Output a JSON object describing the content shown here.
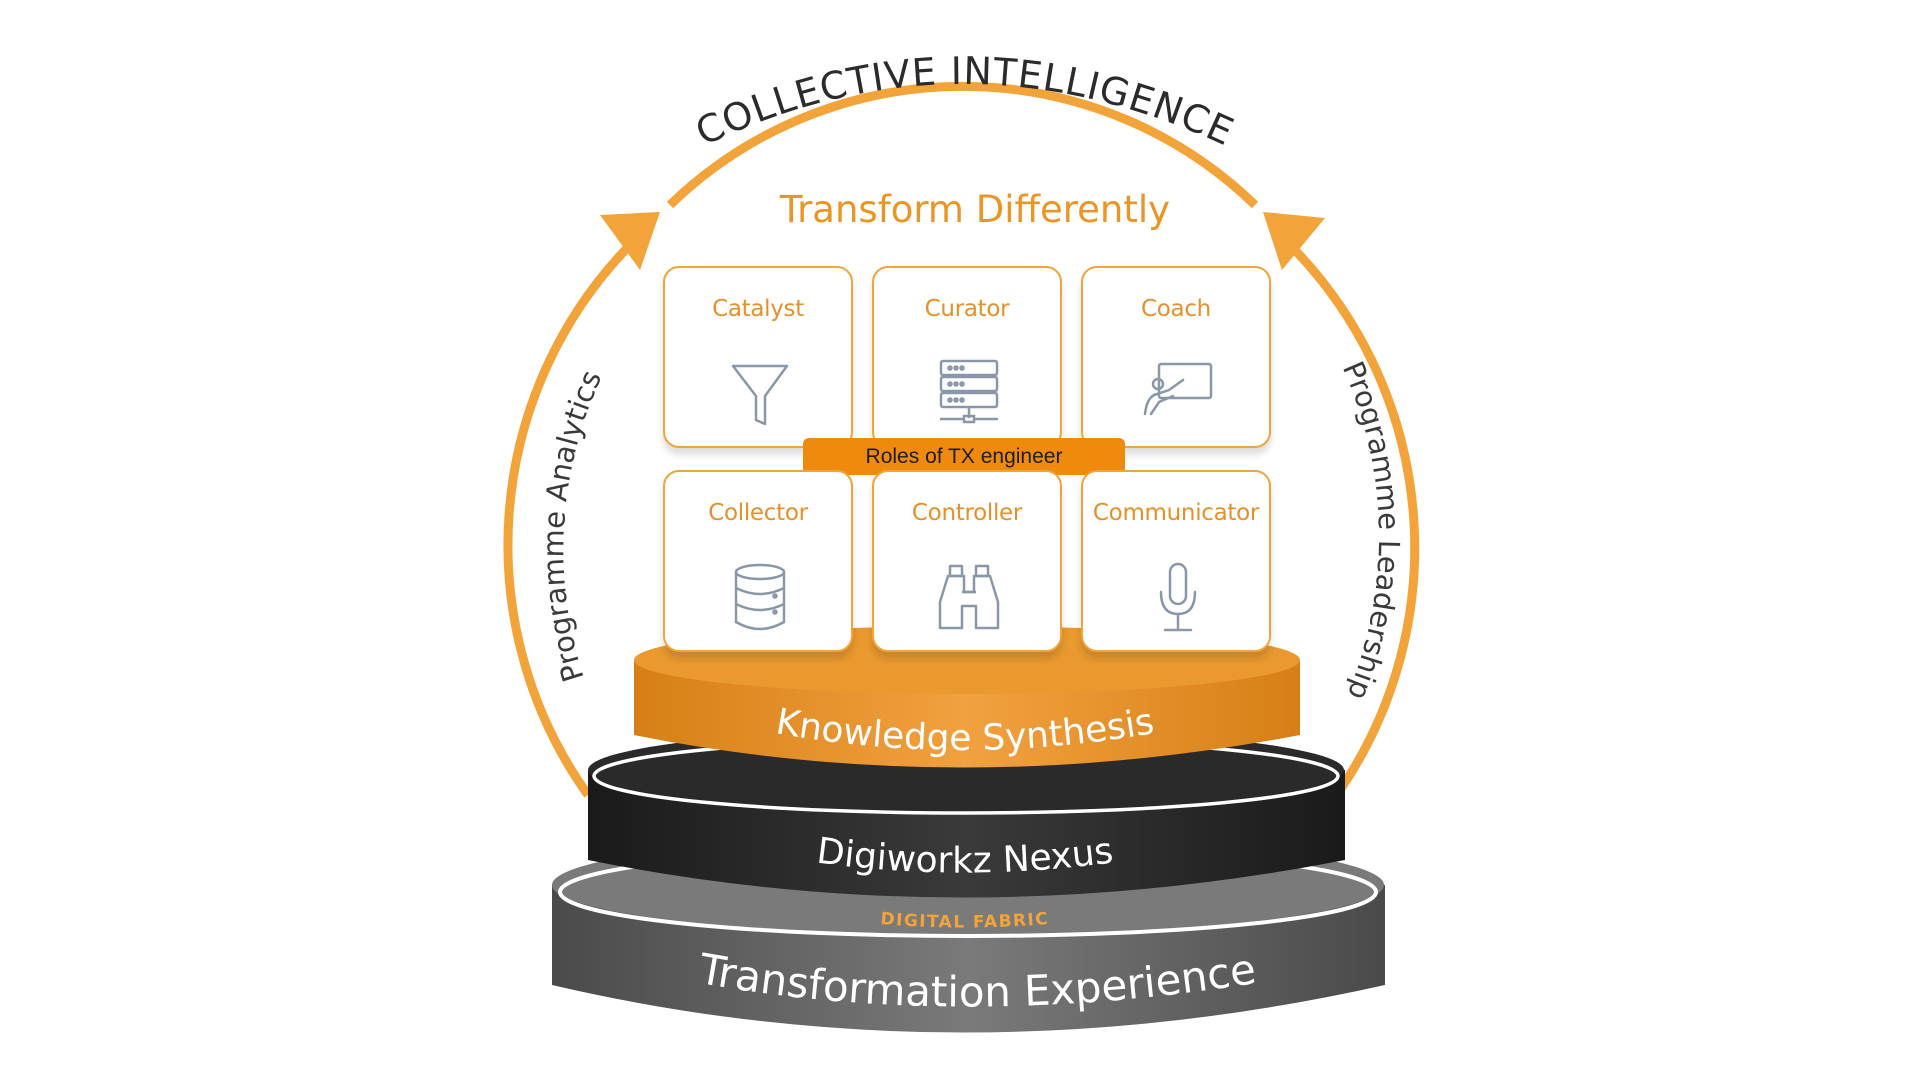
{
  "header": {
    "arc_title": "COLLECTIVE INTELLIGENCE",
    "subtitle": "Transform Differently"
  },
  "sides": {
    "left": "Programme Analytics",
    "right": "Programme Leadership"
  },
  "roles": {
    "banner": "Roles of TX engineer",
    "items": [
      {
        "label": "Catalyst",
        "icon": "funnel-icon"
      },
      {
        "label": "Curator",
        "icon": "server-rack-icon"
      },
      {
        "label": "Coach",
        "icon": "presentation-board-icon"
      },
      {
        "label": "Collector",
        "icon": "database-icon"
      },
      {
        "label": "Controller",
        "icon": "binoculars-icon"
      },
      {
        "label": "Communicator",
        "icon": "microphone-icon"
      }
    ]
  },
  "tiers": {
    "knowledge": "Knowledge Synthesis",
    "nexus": "Digiworkz Nexus",
    "fabric": "DIGITAL FABRIC",
    "experience": "Transformation Experience"
  },
  "colors": {
    "orange": "#f2a43a",
    "orange_dark": "#e08a20",
    "banner": "#ef8a0d",
    "nexus": "#262626",
    "experience": "#5a5a5a",
    "icon": "#8a97a8"
  }
}
